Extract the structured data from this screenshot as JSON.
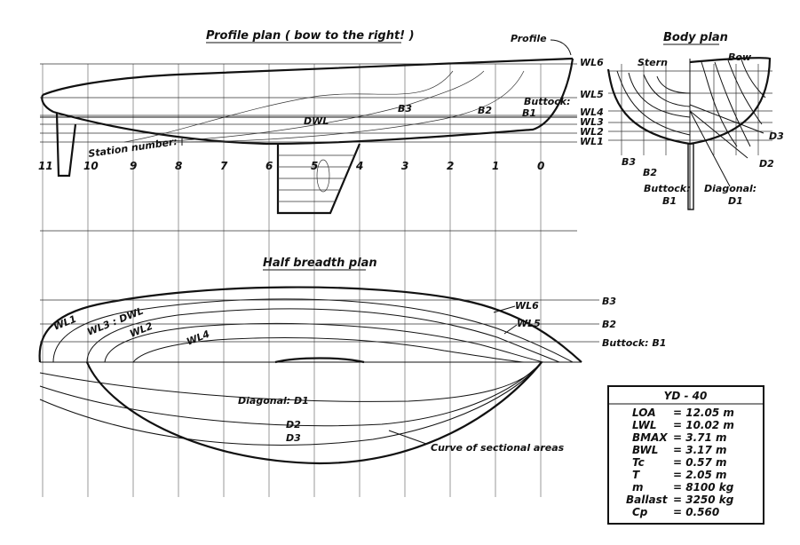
{
  "titles": {
    "profile": "Profile plan ( bow to the right! )",
    "body": "Body plan",
    "half_breadth": "Half breadth plan"
  },
  "profile_labels": {
    "profile": "Profile",
    "stern": "Stern",
    "bow": "Bow",
    "dwl": "DWL",
    "b3": "B3",
    "b2": "B2",
    "buttock": "Buttock:",
    "b1": "B1",
    "station_number": "Station number:",
    "wl6": "WL6",
    "wl5": "WL5",
    "wl4": "WL4",
    "wl3": "WL3",
    "wl2": "WL2",
    "wl1": "WL1"
  },
  "stations": [
    "11",
    "10",
    "9",
    "8",
    "7",
    "6",
    "5",
    "4",
    "3",
    "2",
    "1",
    "0"
  ],
  "body_labels": {
    "b3": "B3",
    "b2": "B2",
    "buttock": "Buttock:",
    "b1": "B1",
    "diagonal": "Diagonal:",
    "d1": "D1",
    "d2": "D2",
    "d3": "D3"
  },
  "half_breadth_labels": {
    "wl1": "WL1",
    "wl3_dwl": "WL3 : DWL",
    "wl2": "WL2",
    "wl4": "WL4",
    "wl6": "WL6",
    "wl5": "WL5",
    "b3": "B3",
    "b2": "B2",
    "buttock_b1": "Buttock: B1",
    "diagonal_d1": "Diagonal: D1",
    "d2": "D2",
    "d3": "D3",
    "curve_areas": "Curve of sectional areas"
  },
  "specs": {
    "title": "YD - 40",
    "rows": [
      {
        "label": "LOA",
        "value": "= 12.05 m"
      },
      {
        "label": "LWL",
        "value": "= 10.02 m"
      },
      {
        "label": "BMAX",
        "value": "= 3.71 m"
      },
      {
        "label": "BWL",
        "value": "= 3.17 m"
      },
      {
        "label": "Tc",
        "value": "= 0.57 m"
      },
      {
        "label": "T",
        "value": "= 2.05 m"
      },
      {
        "label": "m",
        "value": "= 8100 kg"
      },
      {
        "label": "Ballast",
        "value": "= 3250 kg"
      },
      {
        "label": "Cp",
        "value": "= 0.560"
      }
    ]
  }
}
